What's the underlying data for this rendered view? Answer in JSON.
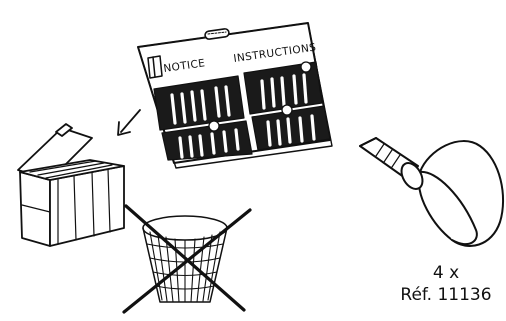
{
  "document": {
    "label_left": "NOTICE",
    "label_right": "INSTRUCTIONS"
  },
  "part": {
    "quantity": "4 x",
    "reference": "Réf. 11136"
  },
  "icons": [
    "instruction-sheet-icon",
    "arrow-icon",
    "storage-box-icon",
    "crossed-wastebasket-icon",
    "screw-knob-icon"
  ]
}
